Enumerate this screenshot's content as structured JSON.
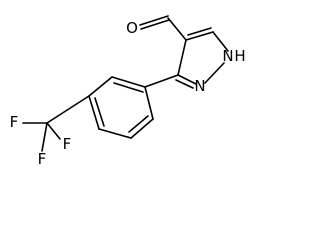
{
  "molecule": {
    "atom_labels": {
      "oxygen": "O",
      "nitrogen_nh": "N",
      "hydrogen_nh": "H",
      "nitrogen_pyridine": "N",
      "fluorine_1": "F",
      "fluorine_2": "F",
      "fluorine_3": "F"
    }
  }
}
